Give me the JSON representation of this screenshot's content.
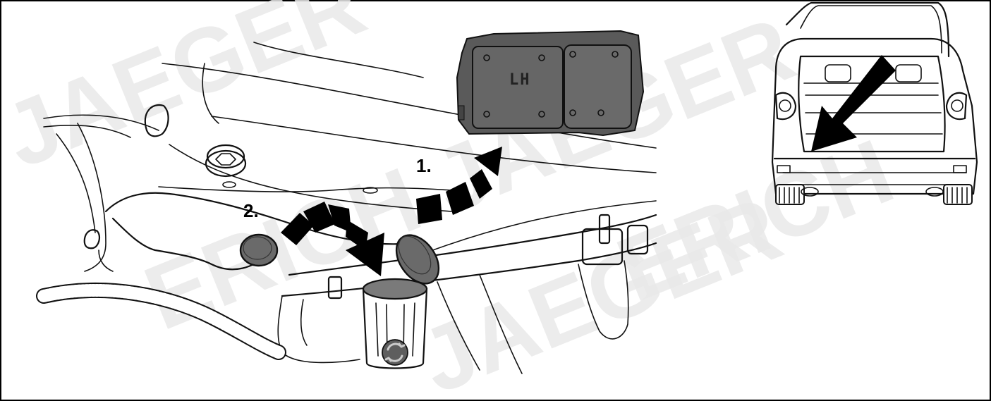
{
  "diagram": {
    "steps": {
      "step1": "1.",
      "step2": "2."
    },
    "cover_marking": "LH",
    "watermark": "ERICH JAEGER"
  },
  "icons": {
    "recycle_bin": "recycle-bin-icon",
    "arrows": "dashed-arrow-icon"
  },
  "colors": {
    "cover_fill": "#5a5a5a",
    "plug_fill": "#6a6a6a",
    "arrow_fill": "#000000",
    "line": "#111111",
    "watermark": "#e9e9e9"
  }
}
